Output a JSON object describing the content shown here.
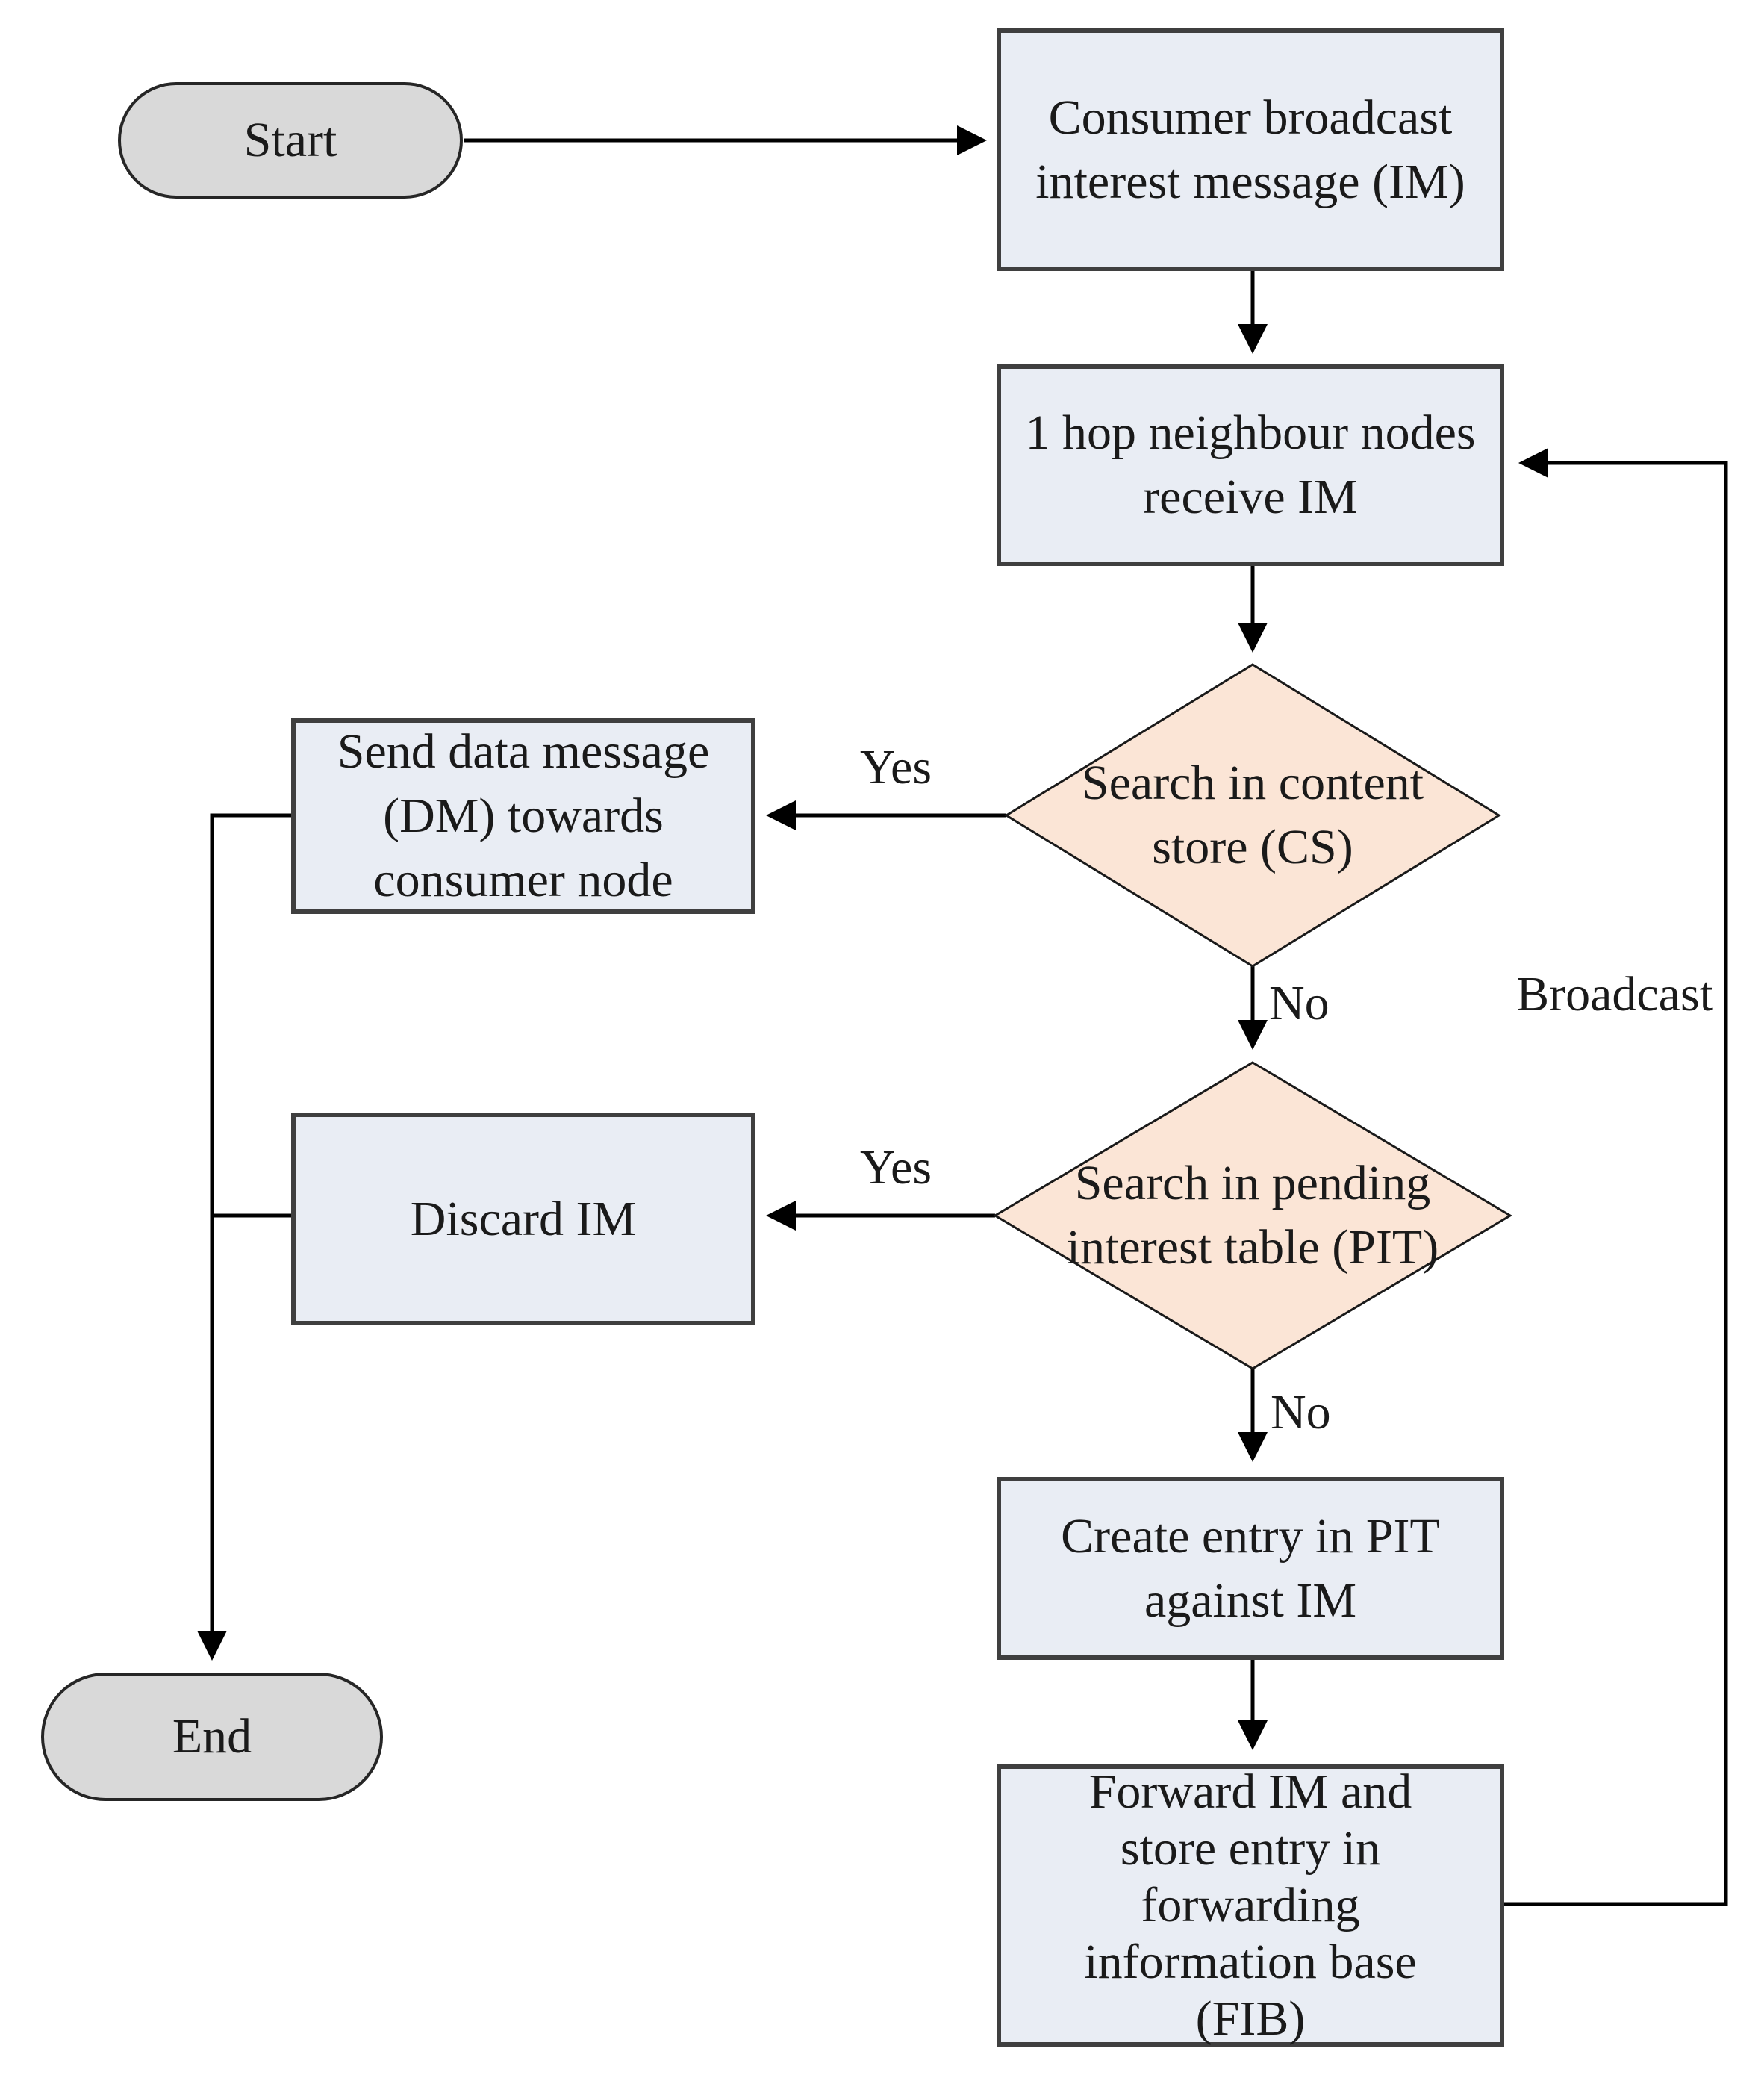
{
  "diagram": {
    "nodes": {
      "start": {
        "type": "terminator",
        "label": "Start"
      },
      "consumer": {
        "type": "process",
        "label": "Consumer broadcast interest message (IM)"
      },
      "hop": {
        "type": "process",
        "label": "1 hop neighbour nodes receive IM"
      },
      "cs": {
        "type": "decision",
        "label": "Search in content store (CS)"
      },
      "send_dm": {
        "type": "process",
        "label": "Send data message (DM) towards consumer node"
      },
      "pit": {
        "type": "decision",
        "label": "Search in pending interest table (PIT)"
      },
      "discard": {
        "type": "process",
        "label": "Discard IM"
      },
      "create_pit": {
        "type": "process",
        "label": "Create entry in PIT against IM"
      },
      "fib": {
        "type": "process",
        "label": "Forward IM and store entry in forwarding information base (FIB)"
      },
      "end": {
        "type": "terminator",
        "label": "End"
      }
    },
    "edge_labels": {
      "cs_yes": "Yes",
      "cs_no": "No",
      "pit_yes": "Yes",
      "pit_no": "No",
      "broadcast": "Broadcast"
    },
    "colors": {
      "process_fill": "#e9edf4",
      "process_border": "#3f3f3f",
      "decision_fill": "#fbe5d6",
      "decision_border": "#1a1a1a",
      "terminator_fill": "#d9d9d9",
      "terminator_border": "#262626",
      "line": "#000000",
      "text": "#1a1a1a"
    }
  }
}
